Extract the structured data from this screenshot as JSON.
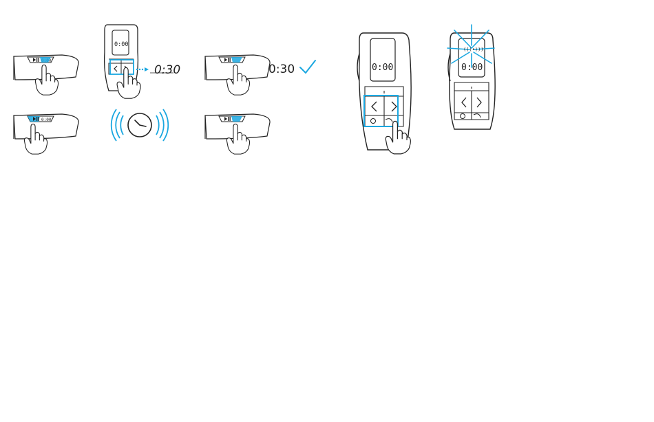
{
  "colors": {
    "accent": "#1aa7e0",
    "line": "#222222",
    "fill": "#ffffff"
  },
  "remote": {
    "display_time": "0:00",
    "button_small_label": "0:00"
  },
  "steps": {
    "set_time_value": "0:30",
    "confirm_time_value": "0:30"
  },
  "icons": [
    "play-pause-icon",
    "finger-press-icon",
    "arrow-right-icon",
    "checkmark-icon",
    "timer-vibrate-icon",
    "flash-icon"
  ]
}
